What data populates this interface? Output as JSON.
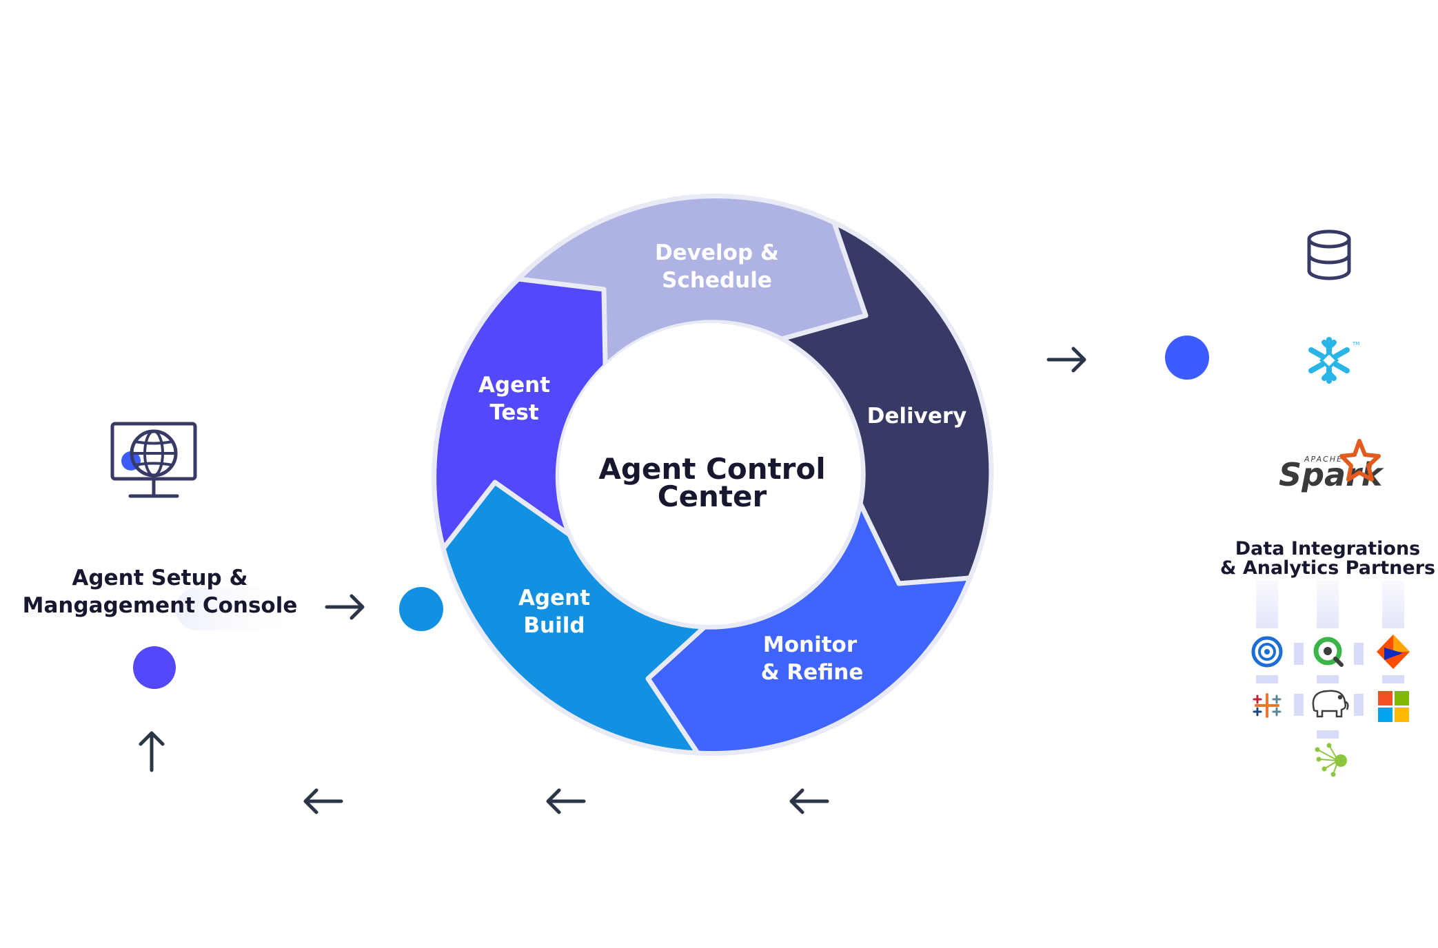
{
  "center": {
    "line1": "Agent Control",
    "line2": "Center"
  },
  "segments": {
    "develop": {
      "line1": "Develop &",
      "line2": "Schedule",
      "color": "#afb3e3"
    },
    "delivery": {
      "line1": "Delivery",
      "color": "#383a66"
    },
    "monitor": {
      "line1": "Monitor",
      "line2": "& Refine",
      "color": "#4064ff"
    },
    "build": {
      "line1": "Agent",
      "line2": "Build",
      "color": "#1290e2"
    },
    "test": {
      "line1": "Agent",
      "line2": "Test",
      "color": "#5449fa"
    }
  },
  "console": {
    "line1": "Agent Setup &",
    "line2": "Mangagement Console",
    "icon": "monitor-globe-icon"
  },
  "partners": {
    "line1": "Data Integrations",
    "line2": "& Analytics Partners",
    "icons": [
      "database-icon",
      "snowflake-icon",
      "apache-spark-logo",
      "dot-circle-logo",
      "qlik-logo",
      "informatica-logo",
      "tableau-logo",
      "hadoop-elephant-logo",
      "microsoft-logo",
      "network-node-icon"
    ]
  },
  "spark": {
    "apache": "APACHE",
    "name": "Spark"
  },
  "colors": {
    "dark_text": "#17172f",
    "arrow": "#2c3448",
    "node_purple": "#5449fa",
    "node_blue": "#1290e2",
    "node_bright": "#3d5cff"
  }
}
